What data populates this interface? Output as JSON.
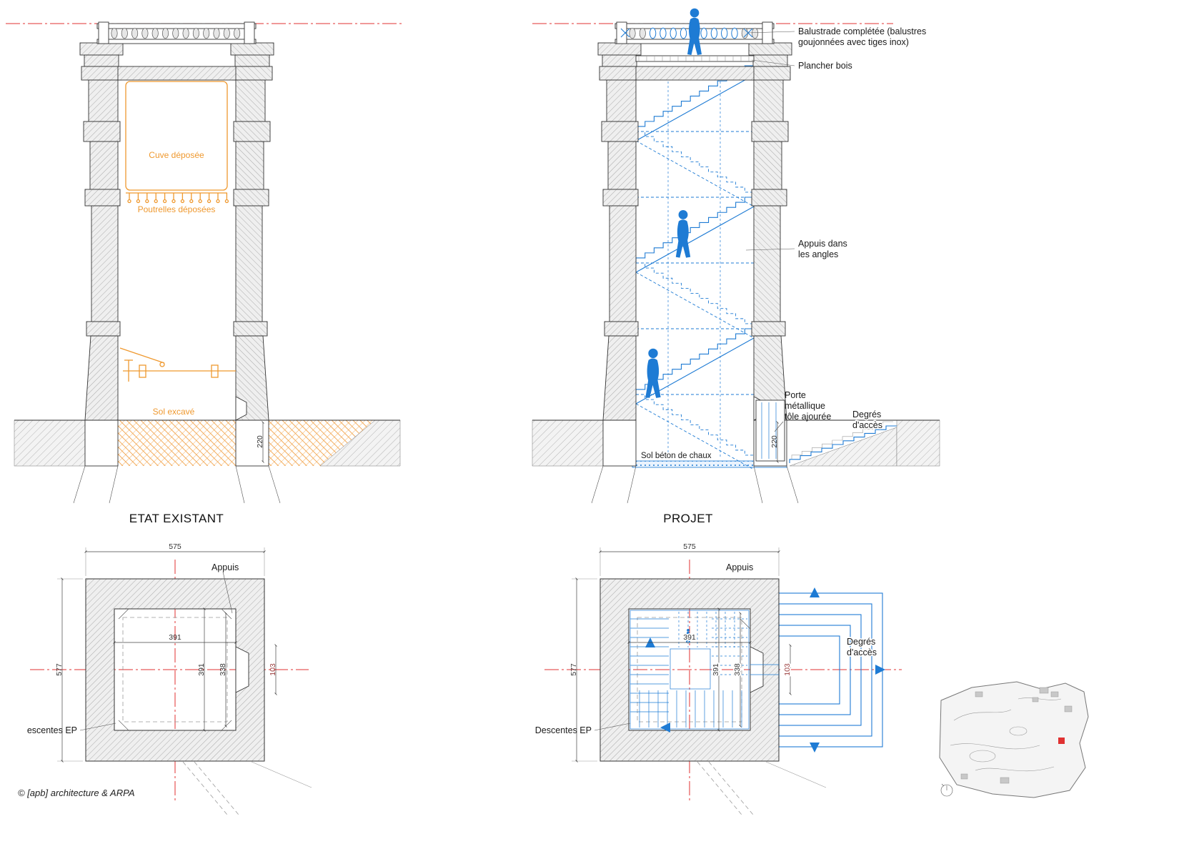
{
  "colors": {
    "orange": "#EF992F",
    "blue": "#1E7BD4",
    "red": "#E03131",
    "maroon": "#9C3F3F"
  },
  "existing": {
    "title": "ETAT EXISTANT",
    "cuve": "Cuve déposée",
    "poutrelles": "Poutrelles  déposées",
    "sol_excave": "Sol excavé",
    "dim_depth": "220"
  },
  "project": {
    "title": "PROJET",
    "balustrade_line1": "Balustrade complétée (balustres",
    "balustrade_line2": "goujonnées avec tiges inox)",
    "plancher": "Plancher bois",
    "appuis_line1": "Appuis dans",
    "appuis_line2": "les angles",
    "porte_line1": "Porte",
    "porte_line2": "métallique",
    "porte_line3": "tôle ajourée",
    "degres_line1": "Degrés",
    "degres_line2": "d'accès",
    "sol_beton": "Sol béton de chaux",
    "dim_depth": "220"
  },
  "plan_existing": {
    "dim_width_outer": "575",
    "dim_height_outer": "577",
    "dim_inner_w": "391",
    "dim_inner_h": "391",
    "dim_338": "338",
    "dim_103": "103",
    "appuis": "Appuis",
    "descentes": "escentes EP"
  },
  "plan_project": {
    "dim_width_outer": "575",
    "dim_height_outer": "577",
    "dim_inner_w": "391",
    "dim_inner_h": "391",
    "dim_338": "338",
    "dim_103": "103",
    "appuis": "Appuis",
    "descentes": "Descentes EP",
    "degres_line1": "Degrés",
    "degres_line2": "d'accès"
  },
  "footer": {
    "copyright": "© [apb] architecture & ARPA"
  }
}
